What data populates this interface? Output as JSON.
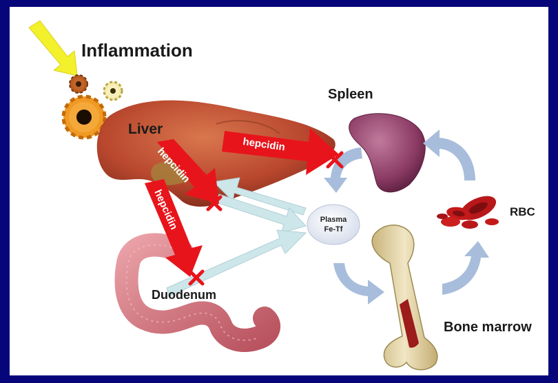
{
  "labels": {
    "inflammation": "Inflammation",
    "liver": "Liver",
    "spleen": "Spleen",
    "rbc": "RBC",
    "duodenum": "Duodenum",
    "bone_marrow": "Bone marrow",
    "plasma": "Plasma",
    "fe_tf": "Fe-Tf"
  },
  "hepcidin_arrows": [
    {
      "id": "to-spleen",
      "label": "hepcidin"
    },
    {
      "id": "to-plasma",
      "label": "hepcidin"
    },
    {
      "id": "to-duodenum",
      "label": "hepcidin"
    }
  ],
  "colors": {
    "background_border": "#06067a",
    "hepcidin_arrow": "#e8141b",
    "inhibition_cross": "#e8141b",
    "iron_flow_arrow": "#cde6ea",
    "cycle_arrow": "#a7bddb",
    "inflammation_arrow": "#f3f02c",
    "liver": "#b9482e",
    "spleen": "#8a3a63",
    "rbc": "#c41a1a",
    "duodenum": "#d77b84",
    "bone": "#e6d6a8",
    "marrow": "#9c1b1b"
  }
}
